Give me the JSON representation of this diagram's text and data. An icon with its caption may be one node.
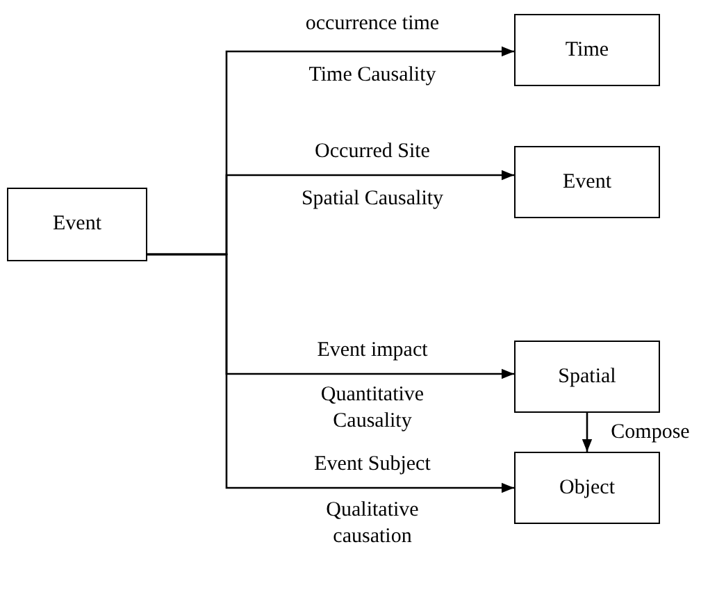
{
  "diagram": {
    "nodes": [
      {
        "text": [
          "Event"
        ]
      },
      {
        "text": [
          "Time"
        ]
      },
      {
        "text": [
          "Event"
        ]
      },
      {
        "text": [
          "Spatial"
        ]
      },
      {
        "text": [
          "Object"
        ]
      }
    ],
    "edges": [
      {
        "from": 0,
        "to": 1,
        "arrow": "to",
        "label": "occurrence time"
      },
      {
        "from": 0,
        "to": 2,
        "arrow": "to",
        "label": "Occurred Site"
      },
      {
        "from": 0,
        "to": 3,
        "arrow": "to",
        "label": "Event impact"
      },
      {
        "from": 0,
        "to": 4,
        "arrow": "to",
        "label": "Event Subject"
      },
      {
        "from": 3,
        "to": 4,
        "arrow": "to",
        "label": "Compose"
      }
    ],
    "labels": [
      "Time Causality",
      "Spatial Causality",
      "Quantitative Causality",
      "Qualitative causation"
    ]
  }
}
